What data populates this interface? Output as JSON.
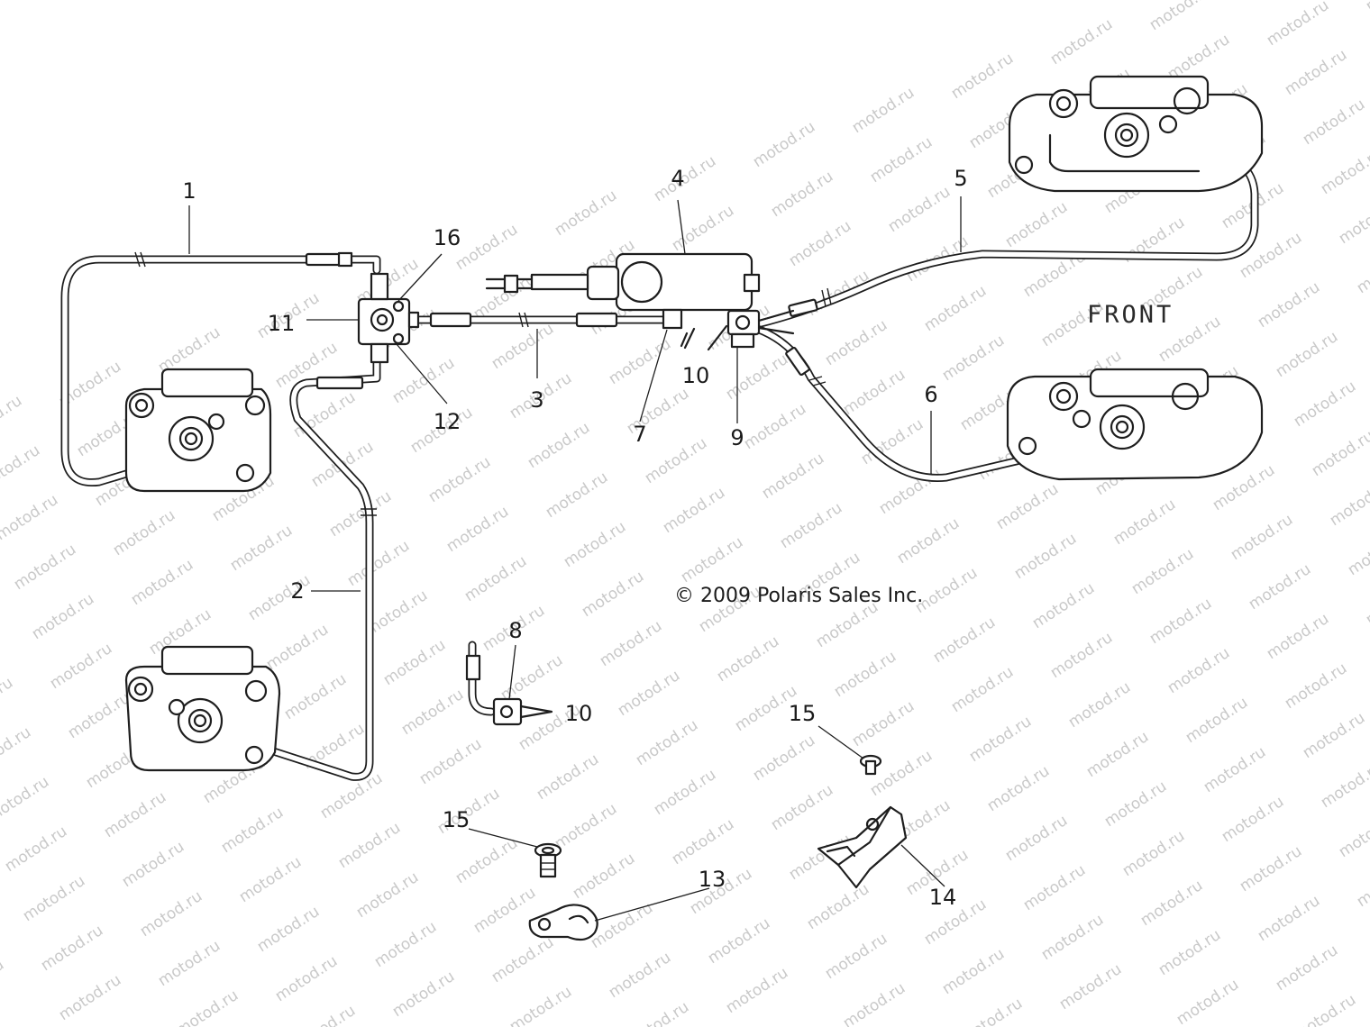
{
  "watermark": "motod.ru",
  "front_label": "FRONT",
  "copyright": "© 2009 Polaris Sales Inc.",
  "callouts": {
    "c1": "1",
    "c2": "2",
    "c3": "3",
    "c4": "4",
    "c5": "5",
    "c6": "6",
    "c7": "7",
    "c8": "8",
    "c9": "9",
    "c10a": "10",
    "c10b": "10",
    "c11": "11",
    "c12": "12",
    "c13": "13",
    "c14": "14",
    "c15a": "15",
    "c15b": "15",
    "c16": "16"
  }
}
